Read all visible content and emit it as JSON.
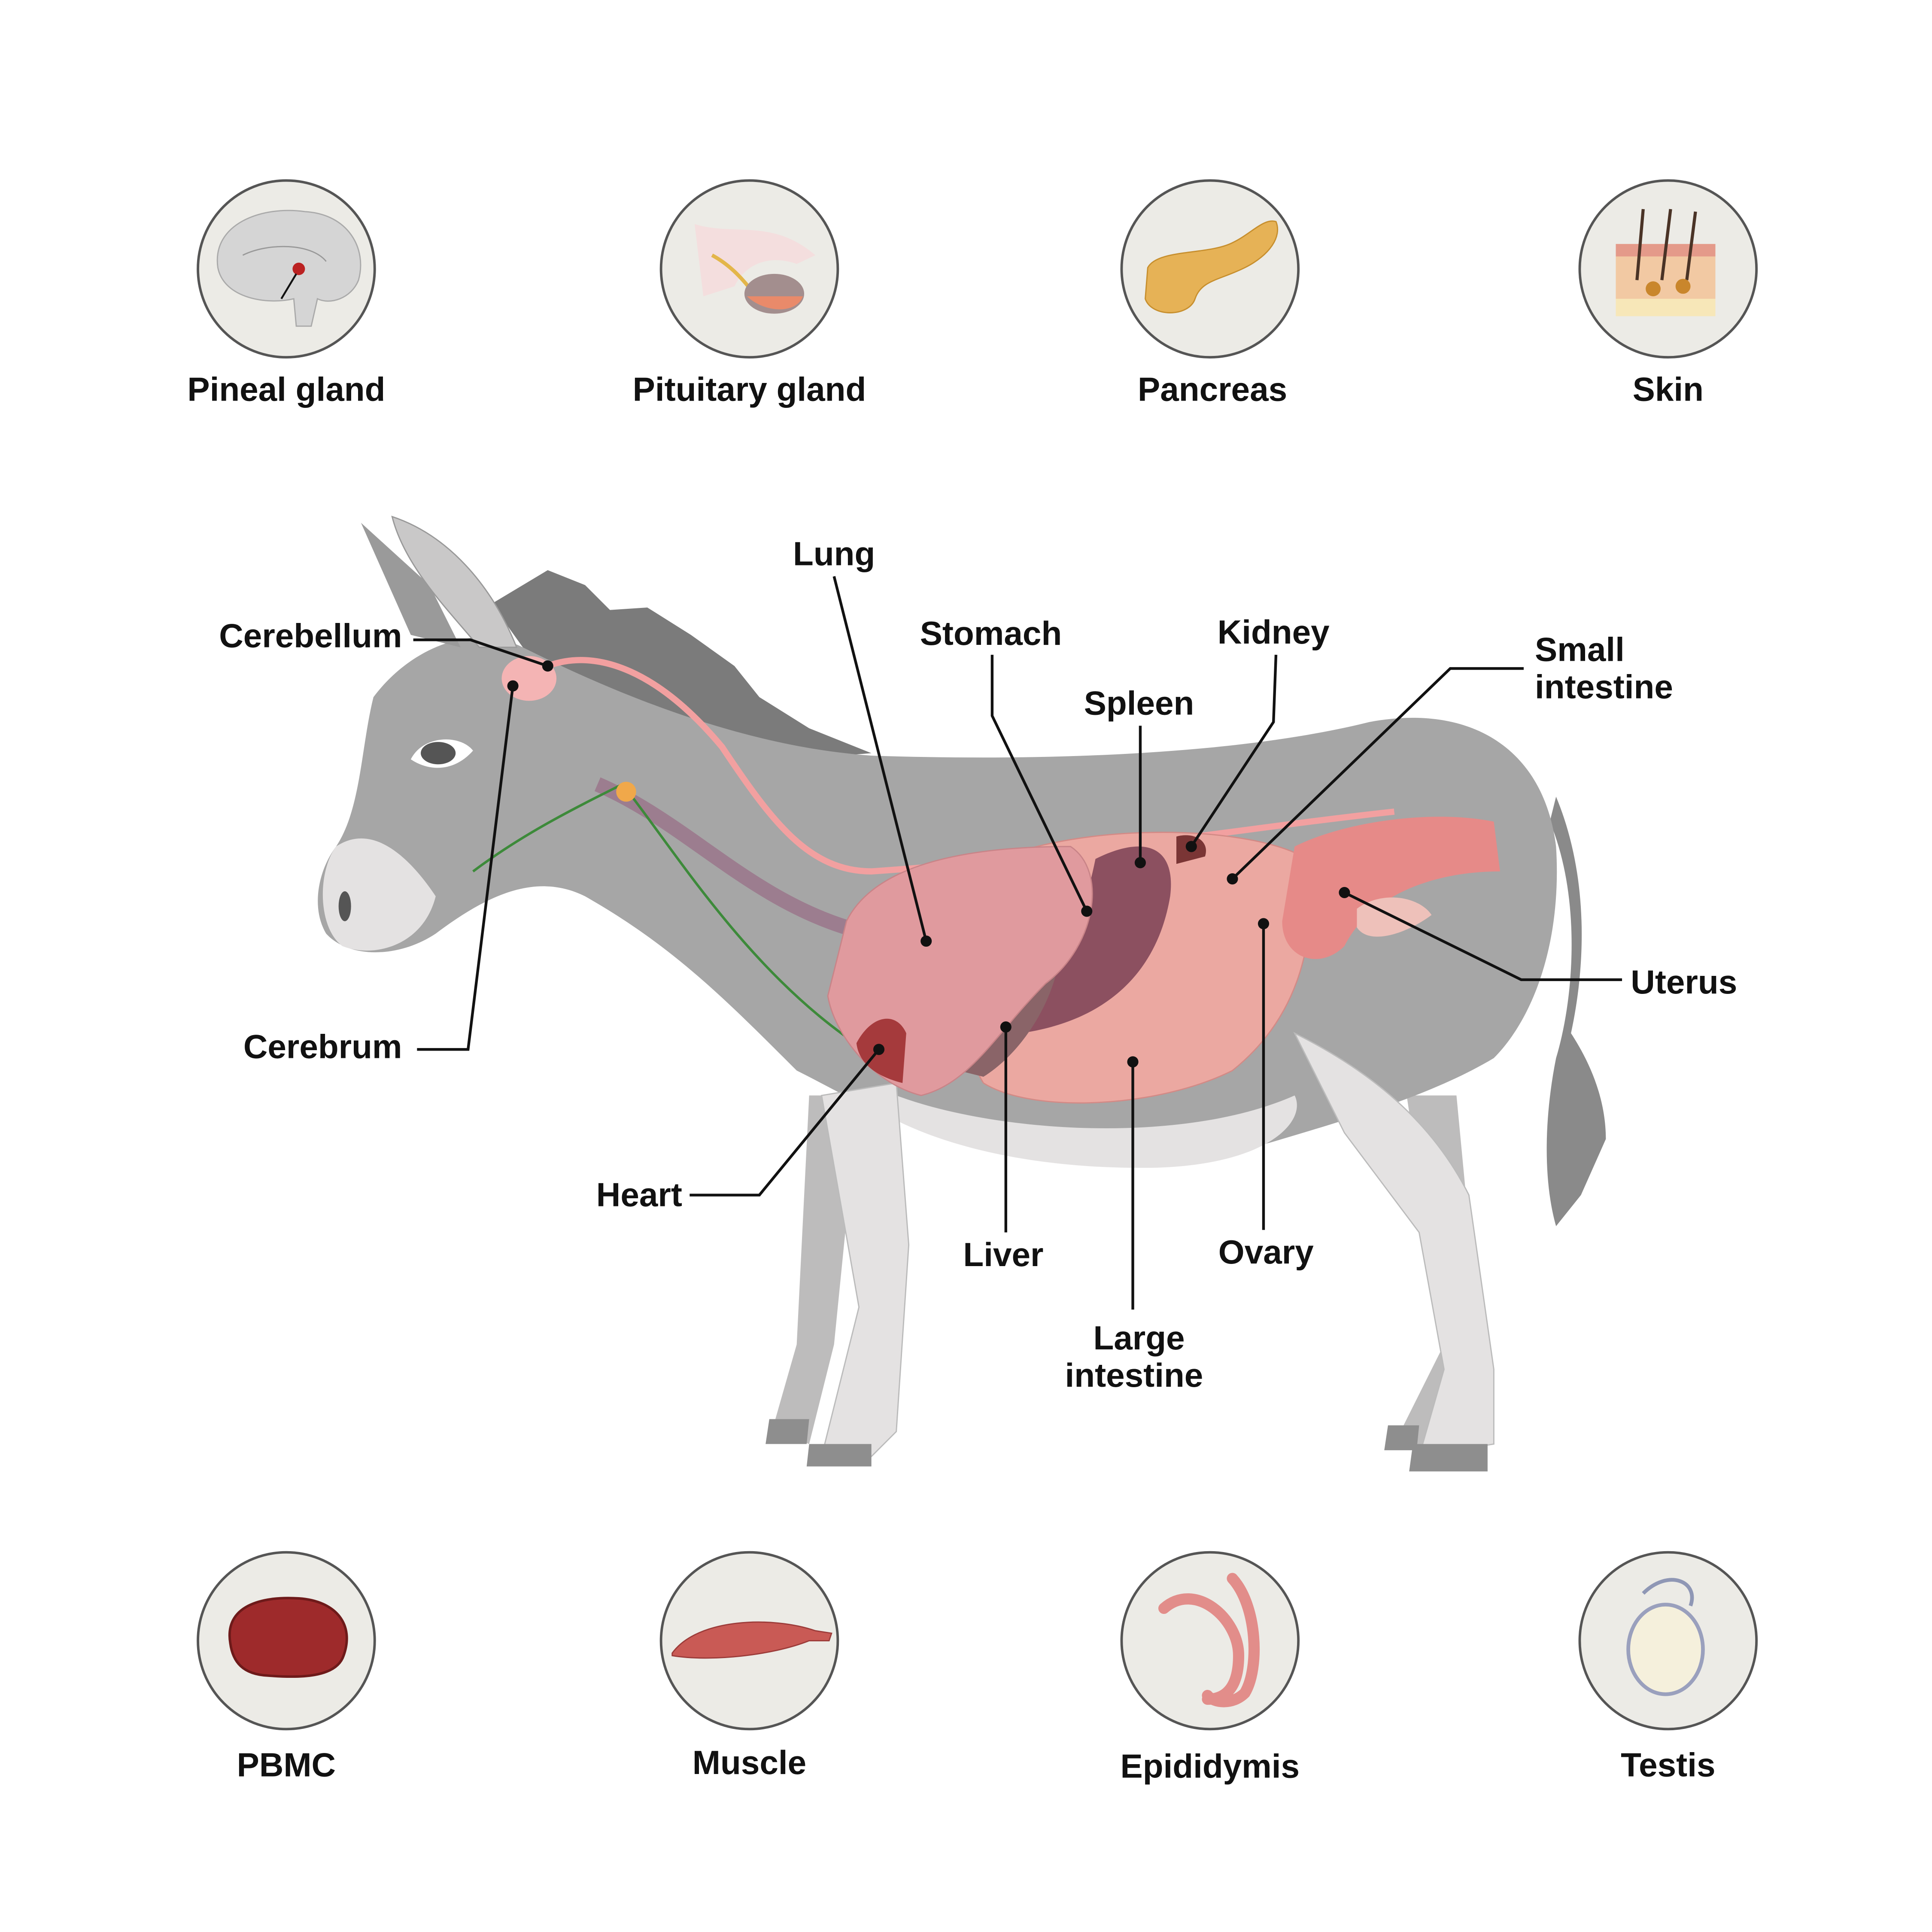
{
  "tissues_top": [
    {
      "label": "Pineal gland",
      "icon": "brain-icon"
    },
    {
      "label": "Pituitary gland",
      "icon": "pituitary-icon"
    },
    {
      "label": "Pancreas",
      "icon": "pancreas-icon"
    },
    {
      "label": "Skin",
      "icon": "skin-icon"
    }
  ],
  "tissues_bottom": [
    {
      "label": "PBMC",
      "icon": "blood-cell-icon"
    },
    {
      "label": "Muscle",
      "icon": "muscle-icon"
    },
    {
      "label": "Epididymis",
      "icon": "epididymis-icon"
    },
    {
      "label": "Testis",
      "icon": "testis-icon"
    }
  ],
  "organs": {
    "cerebellum": "Cerebellum",
    "cerebrum": "Cerebrum",
    "lung": "Lung",
    "stomach": "Stomach",
    "spleen": "Spleen",
    "kidney": "Kidney",
    "small_intestine": [
      "Small",
      "intestine"
    ],
    "uterus": "Uterus",
    "heart": "Heart",
    "liver": "Liver",
    "large_intestine": [
      "Large",
      "intestine"
    ],
    "ovary": "Ovary"
  },
  "colors": {
    "body": "#a6a6a6",
    "belly": "#e4e2e2",
    "organ": "#e8a39f",
    "badge": "#ecebe6"
  }
}
